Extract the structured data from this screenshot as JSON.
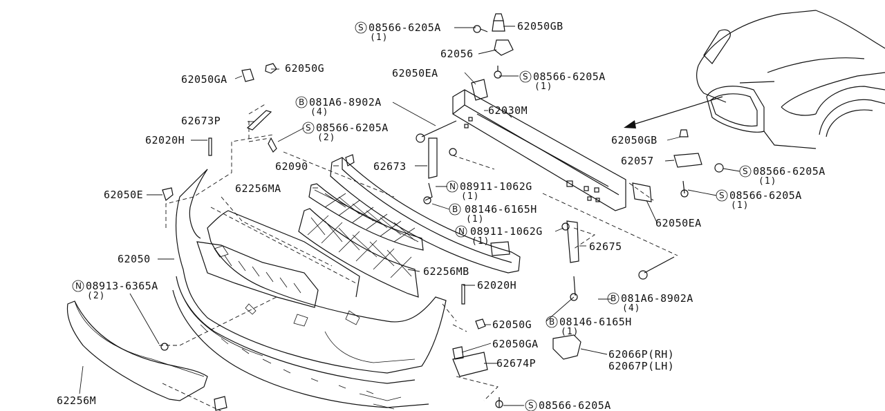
{
  "labels": {
    "s_08566_6205A_top": "08566-6205A",
    "s_08566_6205A_top_qty": "(1)",
    "p_62050GB_top": "62050GB",
    "p_62056": "62056",
    "p_62050EA_top": "62050EA",
    "s_08566_6205A_mid": "08566-6205A",
    "s_08566_6205A_mid_qty": "(1)",
    "p_62050GA_top": "62050GA",
    "p_62050G_top": "62050G",
    "b_081A6_8902A_top": "081A6-8902A",
    "b_081A6_8902A_top_qty": "(4)",
    "p_62030M": "62030M",
    "p_62673P": "62673P",
    "s_08566_6205A_left": "08566-6205A",
    "s_08566_6205A_left_qty": "(2)",
    "p_62020H_top": "62020H",
    "p_62090": "62090",
    "p_62673": "62673",
    "n_08911_1062G_a": "08911-1062G",
    "n_08911_1062G_a_qty": "(1)",
    "p_62256MA": "62256MA",
    "b_08146_6165H_a": "08146-6165H",
    "b_08146_6165H_a_qty": "(1)",
    "p_62050E": "62050E",
    "n_08911_1062G_b": "08911-1062G",
    "n_08911_1062G_b_qty": "(1)",
    "p_62675": "62675",
    "p_62050": "62050",
    "p_62256MB": "62256MB",
    "n_08913_6365A": "08913-6365A",
    "n_08913_6365A_qty": "(2)",
    "p_62020H_bot": "62020H",
    "b_081A6_8902A_bot": "081A6-8902A",
    "b_081A6_8902A_bot_qty": "(4)",
    "p_62050G_bot": "62050G",
    "b_08146_6165H_b": "08146-6165H",
    "b_08146_6165H_b_qty": "(1)",
    "p_62050GA_bot": "62050GA",
    "p_62066P": "62066P(RH)",
    "p_62067P": "62067P(LH)",
    "p_62674P": "62674P",
    "p_62256M": "62256M",
    "s_08566_6205A_bot": "08566-6205A",
    "p_62050GB_right": "62050GB",
    "p_62057": "62057",
    "s_08566_6205A_r1": "08566-6205A",
    "s_08566_6205A_r1_qty": "(1)",
    "s_08566_6205A_r2": "08566-6205A",
    "s_08566_6205A_r2_qty": "(1)",
    "p_62050EA_right": "62050EA"
  },
  "symbols": {
    "screw": "S",
    "bolt": "B",
    "nut": "N"
  }
}
